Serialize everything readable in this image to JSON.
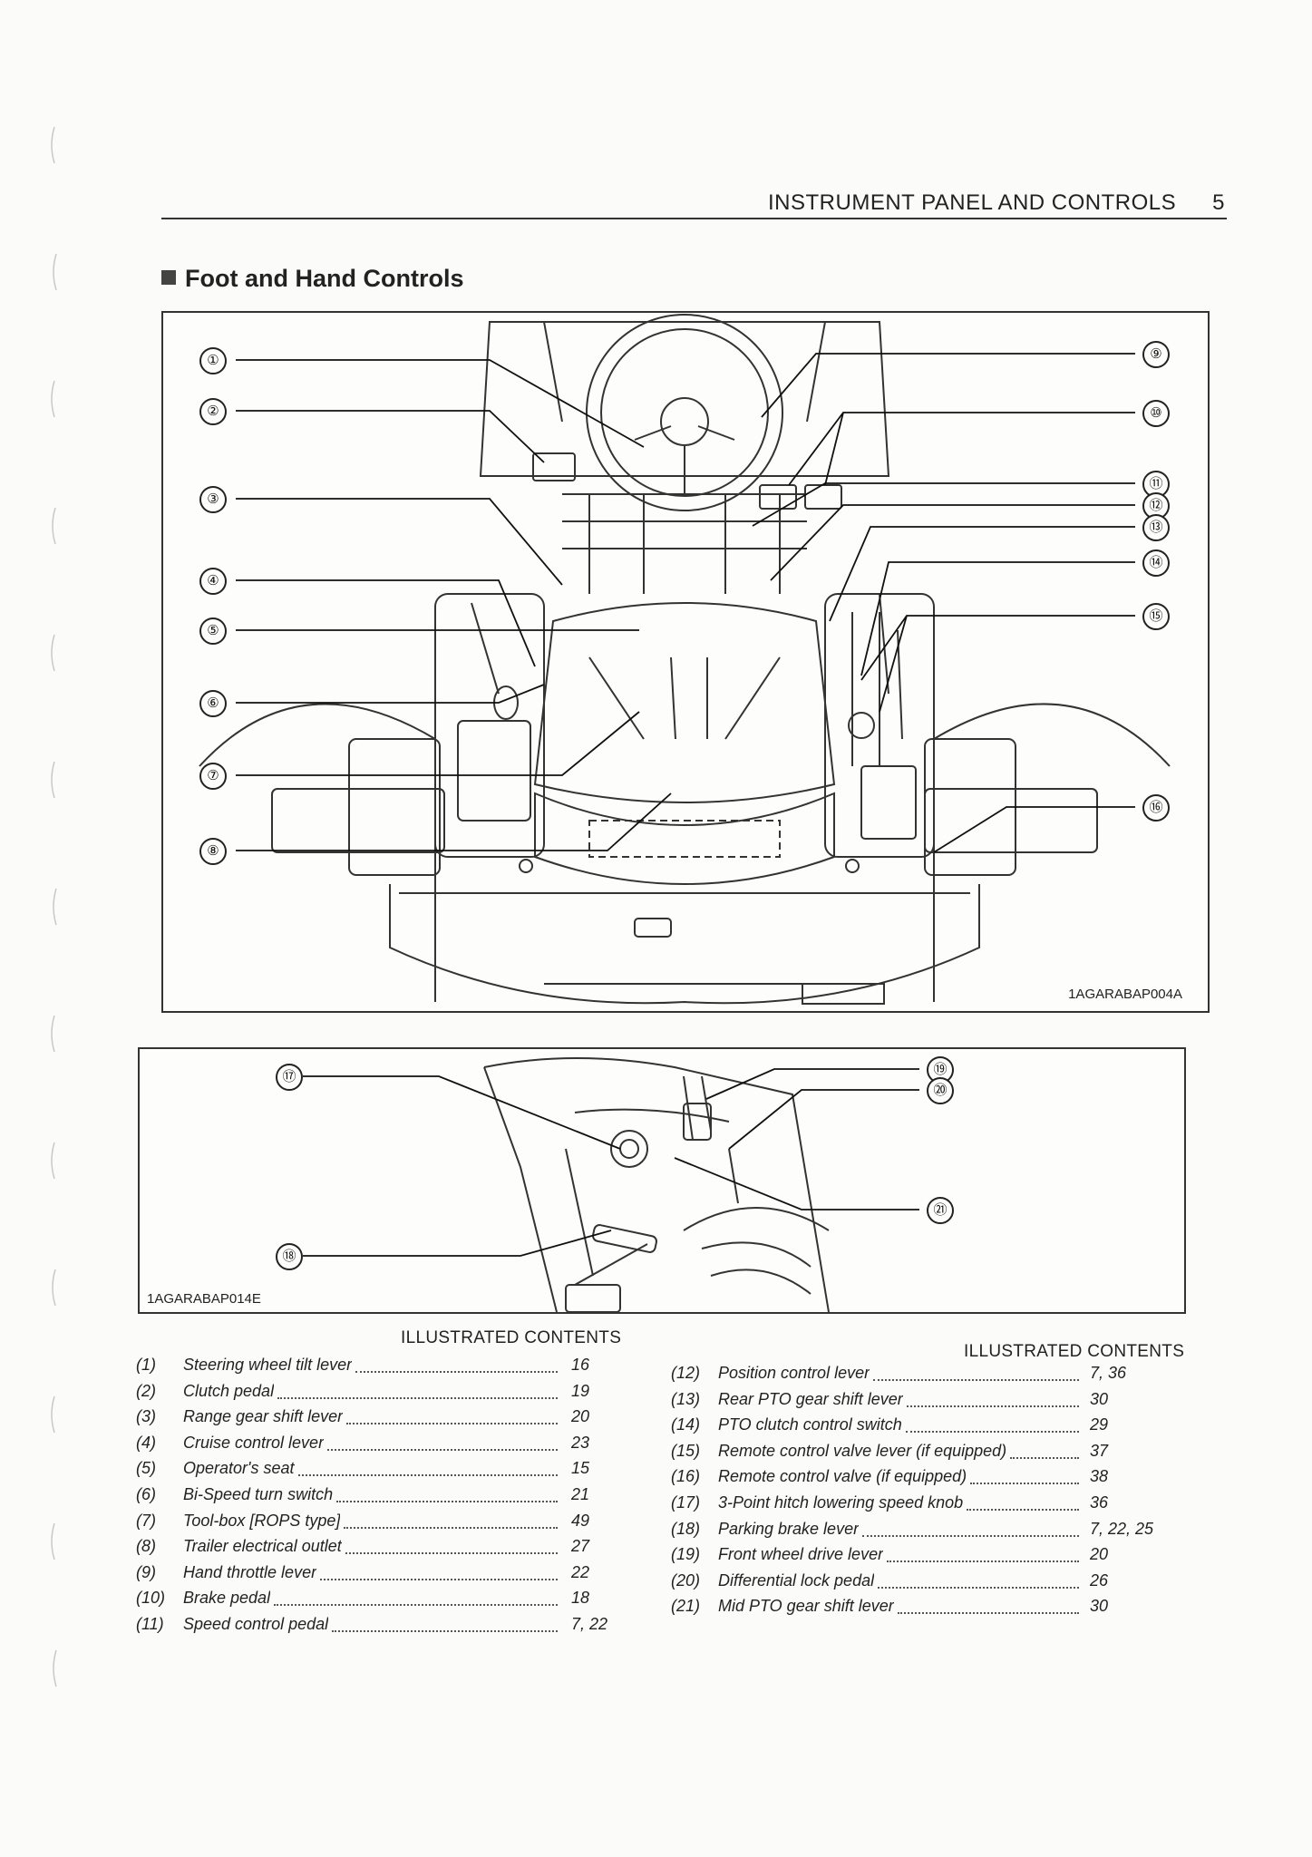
{
  "header": {
    "section": "INSTRUMENT PANEL AND CONTROLS",
    "page_number": "5"
  },
  "section_title": "Foot and Hand Controls",
  "figure_top": {
    "code": "1AGARABAP004A",
    "callouts": [
      "①",
      "②",
      "③",
      "④",
      "⑤",
      "⑥",
      "⑦",
      "⑧",
      "⑨",
      "⑩",
      "⑪",
      "⑫",
      "⑬",
      "⑭",
      "⑮",
      "⑯"
    ]
  },
  "figure_bottom": {
    "code": "1AGARABAP014E",
    "callouts": [
      "⑰",
      "⑱",
      "⑲",
      "⑳",
      "㉑"
    ]
  },
  "contents_left": {
    "title": "ILLUSTRATED CONTENTS",
    "items": [
      {
        "num": "(1)",
        "label": "Steering wheel tilt lever",
        "page": "16"
      },
      {
        "num": "(2)",
        "label": "Clutch pedal",
        "page": "19"
      },
      {
        "num": "(3)",
        "label": "Range gear shift lever",
        "page": "20"
      },
      {
        "num": "(4)",
        "label": "Cruise control lever",
        "page": "23"
      },
      {
        "num": "(5)",
        "label": "Operator's seat",
        "page": "15"
      },
      {
        "num": "(6)",
        "label": "Bi-Speed turn switch",
        "page": "21"
      },
      {
        "num": "(7)",
        "label": "Tool-box [ROPS type]",
        "page": "49"
      },
      {
        "num": "(8)",
        "label": "Trailer electrical outlet",
        "page": "27"
      },
      {
        "num": "(9)",
        "label": "Hand throttle lever",
        "page": "22"
      },
      {
        "num": "(10)",
        "label": "Brake pedal",
        "page": "18"
      },
      {
        "num": "(11)",
        "label": "Speed control pedal",
        "page": "7, 22"
      }
    ]
  },
  "contents_right": {
    "title": "ILLUSTRATED CONTENTS",
    "items": [
      {
        "num": "(12)",
        "label": "Position control lever",
        "page": "7, 36"
      },
      {
        "num": "(13)",
        "label": "Rear PTO gear shift lever",
        "page": "30"
      },
      {
        "num": "(14)",
        "label": "PTO clutch control switch",
        "page": "29"
      },
      {
        "num": "(15)",
        "label": "Remote control valve lever (if equipped)",
        "page": "37"
      },
      {
        "num": "(16)",
        "label": "Remote control valve (if equipped)",
        "page": "38"
      },
      {
        "num": "(17)",
        "label": "3-Point hitch lowering speed knob",
        "page": "36"
      },
      {
        "num": "(18)",
        "label": "Parking brake lever",
        "page": "7, 22, 25"
      },
      {
        "num": "(19)",
        "label": "Front wheel drive lever",
        "page": "20"
      },
      {
        "num": "(20)",
        "label": "Differential lock pedal",
        "page": "26"
      },
      {
        "num": "(21)",
        "label": "Mid PTO gear shift lever",
        "page": "30"
      }
    ]
  }
}
